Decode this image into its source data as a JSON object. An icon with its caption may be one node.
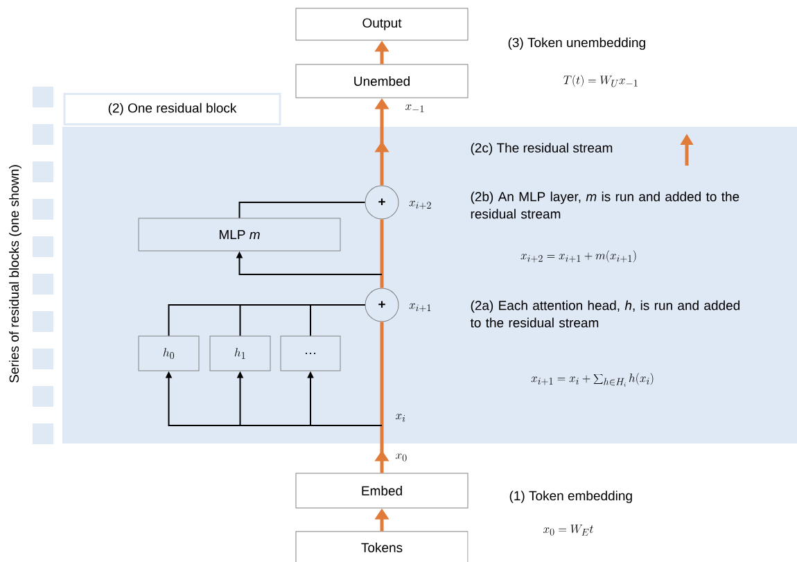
{
  "diagram": {
    "nodes": [
      {
        "text": [
          "Tokens"
        ]
      },
      {
        "text": [
          "Embed"
        ]
      },
      {
        "text": [
          "(2) One residual block"
        ]
      },
      {
        "text": [
          "h_0"
        ],
        "in": 2
      },
      {
        "text": [
          "h_1"
        ],
        "in": 2
      },
      {
        "text": [
          "…"
        ],
        "in": 2
      },
      {
        "text": [
          "MLP *m*"
        ],
        "in": 2
      },
      {
        "text": [
          "+"
        ],
        "in": 2,
        "beside": [
          "x_{i+1}"
        ]
      },
      {
        "text": [
          "+"
        ],
        "in": 2,
        "beside": [
          "x_{i+2}"
        ]
      },
      {
        "text": [
          "Unembed"
        ]
      },
      {
        "text": [
          "Output"
        ]
      }
    ],
    "edges": [
      {
        "from": 0,
        "to": 1,
        "arrow": "to",
        "style": "thick",
        "color": "#e07b39"
      },
      {
        "from": 1,
        "to": 7,
        "arrow": "to",
        "style": "thick",
        "color": "#e07b39"
      },
      {
        "from": 7,
        "to": 8,
        "arrow": "none",
        "style": "thick",
        "color": "#e07b39"
      },
      {
        "from": 8,
        "to": 9,
        "arrow": "to",
        "style": "thick",
        "color": "#e07b39"
      },
      {
        "from": 9,
        "to": 10,
        "arrow": "to",
        "style": "thick",
        "color": "#e07b39"
      },
      {
        "from": null,
        "to": 3,
        "arrow": "to"
      },
      {
        "from": null,
        "to": 4,
        "arrow": "to"
      },
      {
        "from": null,
        "to": 5,
        "arrow": "to"
      },
      {
        "from": 3,
        "to": 7,
        "arrow": "none"
      },
      {
        "from": 4,
        "to": 7,
        "arrow": "none"
      },
      {
        "from": 5,
        "to": 7,
        "arrow": "none"
      },
      {
        "from": null,
        "to": 6,
        "arrow": "to"
      },
      {
        "from": 6,
        "to": 8,
        "arrow": "none"
      }
    ],
    "labels": [
      "(3) Token unembedding",
      "T(t) = W_U x_{-1}",
      "x_{-1}",
      "(2c) The residual stream",
      "(2b) An MLP layer, *m* is run and added to the residual stream",
      "x_{i+2} = x_{i+1} + m(x_{i+1})",
      "(2a) Each attention head, *h*, is run and added to the residual stream",
      "x_{i+1} = x_i + \\sum\\nolimits_{h\\in H_i} h(x_i)",
      "x_i",
      "x_0",
      "(1) Token embedding",
      "x_0 = W_E t",
      "Series of residual blocks (one shown)"
    ]
  }
}
